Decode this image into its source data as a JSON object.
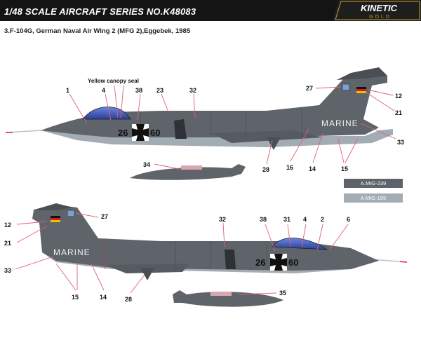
{
  "header": {
    "title": "1/48 SCALE  AIRCRAFT  SERIES NO.K48083",
    "logo_text": "KINETIC",
    "logo_sub": "GOLD"
  },
  "subtitle": "3.F-104G, German Naval Air Wing 2 (MFG 2),Eggebek, 1985",
  "note": "Yellow canopy seal",
  "markings": {
    "serial_left": "26",
    "serial_right": "60",
    "marine": "MARINE"
  },
  "colors": {
    "primary_gray": "#5e646a",
    "light_gray": "#9ea6ae",
    "canopy_blue": "#3650b0",
    "leader_pink": "#e0607a",
    "header_bg": "#141414",
    "logo_gold": "#c9a227"
  },
  "paints": [
    {
      "code": "A.MIG-239",
      "color": "#5e646a"
    },
    {
      "code": "A.MIG-195",
      "color": "#a3abb3"
    }
  ],
  "callouts_top": [
    "1",
    "4",
    "38",
    "23",
    "32",
    "27",
    "12",
    "21",
    "33",
    "15",
    "14",
    "16",
    "28",
    "34"
  ],
  "callouts_bottom": [
    "27",
    "12",
    "21",
    "33",
    "15",
    "14",
    "28",
    "32",
    "38",
    "31",
    "4",
    "2",
    "6",
    "35"
  ]
}
